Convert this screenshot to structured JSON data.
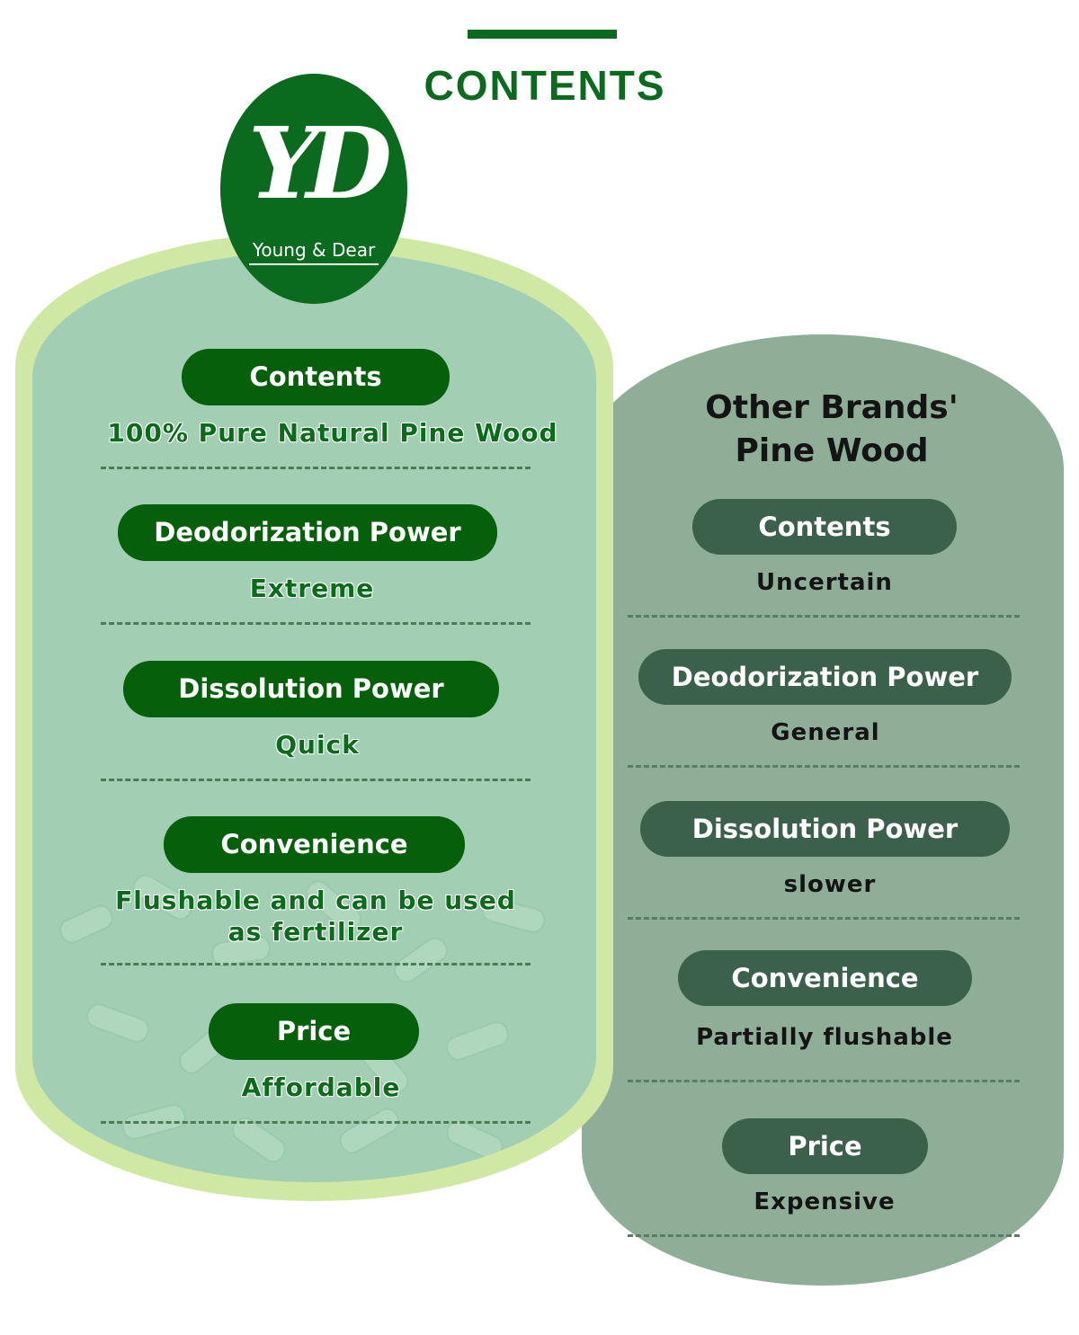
{
  "header": {
    "title": "CONTENTS"
  },
  "logo": {
    "mark": "YD",
    "brand_text": "Young & Dear"
  },
  "young_dear": {
    "rows": [
      {
        "label": "Contents",
        "value": "100% Pure Natural Pine Wood"
      },
      {
        "label": "Deodorization Power",
        "value": "Extreme"
      },
      {
        "label": "Dissolution Power",
        "value": "Quick"
      },
      {
        "label": "Convenience",
        "value": "Flushable and can be used\nas fertilizer"
      },
      {
        "label": "Price",
        "value": "Affordable"
      }
    ]
  },
  "other_brands": {
    "heading": "Other Brands'\nPine Wood",
    "rows": [
      {
        "label": "Contents",
        "value": "Uncertain"
      },
      {
        "label": "Deodorization Power",
        "value": "General"
      },
      {
        "label": "Dissolution Power",
        "value": "slower"
      },
      {
        "label": "Convenience",
        "value": "Partially flushable"
      },
      {
        "label": "Price",
        "value": "Expensive"
      }
    ]
  },
  "colors": {
    "brand_green": "#0a6b1e",
    "yd_panel": "#a2cfb4",
    "yd_border": "#cfe9a4",
    "other_panel": "#8fae98",
    "other_pill": "#3c614a"
  }
}
